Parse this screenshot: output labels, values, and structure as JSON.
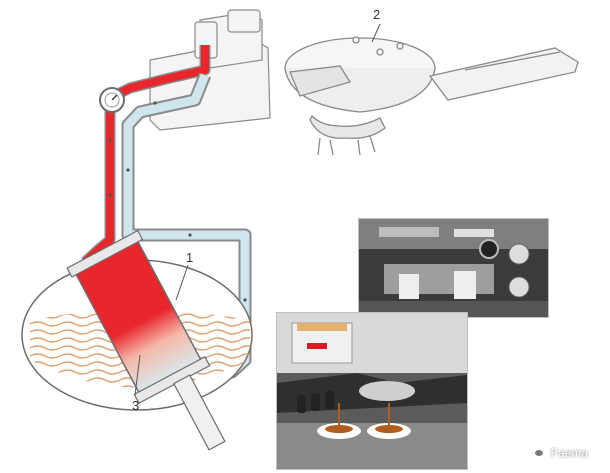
{
  "callouts": {
    "group_head": "2",
    "heat_exchanger": "1",
    "boiler": "3"
  },
  "watermark": {
    "text": "Faema"
  },
  "colors": {
    "hot_water": "#e8262b",
    "cool_water": "#cfe6ee",
    "line_art": "#8a8a8a",
    "boiler_water": "#e9b98f"
  },
  "icons": {
    "thermometer": "gauge-icon",
    "watermark": "wechat-icon"
  }
}
